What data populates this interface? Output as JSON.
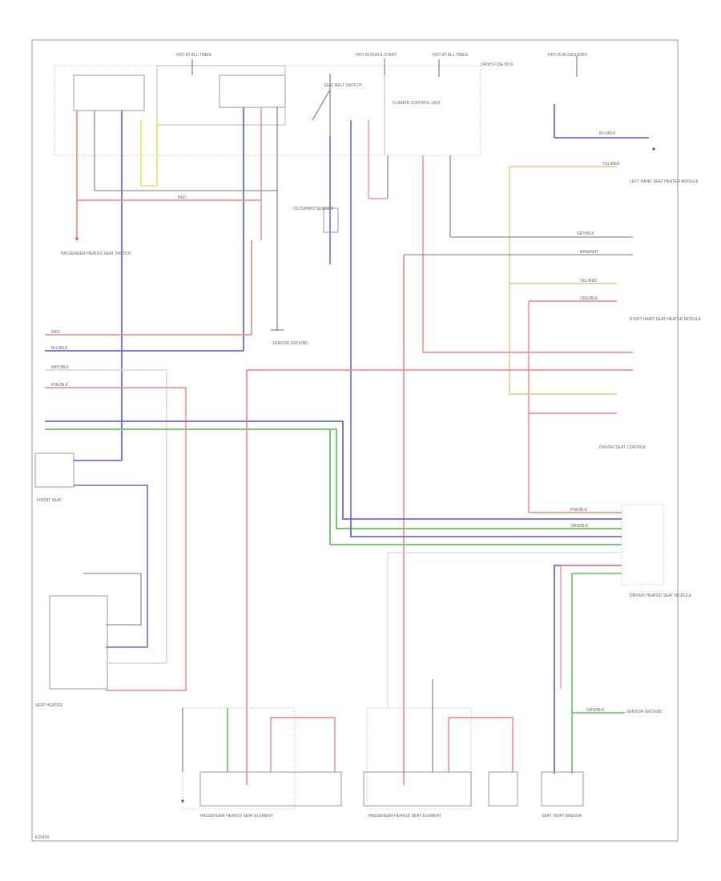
{
  "diagram": {
    "figure_code": "E25436",
    "colors": {
      "red": "#ff8080",
      "blue": "#6a6aee",
      "green": "#62c462",
      "yellow": "#f0f06a",
      "tan": "#d8c98a",
      "gray": "#888888",
      "black": "#777777",
      "white": "#cfd8e6"
    },
    "top_labels": {
      "hot_all_times_left": "HOT AT ALL TIMES",
      "hot_run_start": "HOT IN RUN & START",
      "hot_all_times_right": "HOT AT ALL TIMES",
      "fuse_box": "DASH FUSE BOX",
      "hot_accessory": "HOT IN ACCESSORY"
    },
    "components": {
      "passenger_switch": "PASSENGER HEATED SEAT SWITCH",
      "control_unit": "CLIMATE CONTROL UNIT",
      "seat_belt_sw": "SEAT BELT SWITCH",
      "occupant_sensor": "OCCUPANT SENSOR",
      "left_hand_module": "LEFT HAND SEAT HEATER MODULE",
      "right_hand_module": "RIGHT HAND SEAT HEATER MODULE",
      "front_seat": "FRONT SEAT",
      "seat_heater": "SEAT HEATER",
      "driver_seat_control": "DRIVER SEAT CONTROL",
      "pass_seat_element_left": "PASSENGER HEATED SEAT ELEMENT",
      "pass_seat_element_right": "PASSENGER HEATED SEAT ELEMENT",
      "driver_module": "DRIVER HEATED SEAT MODULE",
      "seat_temp_sensor": "SEAT TEMP SENSOR",
      "sensor_ground": "SENSOR GROUND"
    },
    "wire_tags": {
      "red": "RED",
      "blu_blk": "BLU/BLK",
      "wht_blk": "WHT/BLK",
      "pnk_blk": "PNK/BLK",
      "grn_blk": "GRN/BLK",
      "yel_red": "YEL/RED",
      "gry_blk": "GRY/BLK",
      "brn_wht": "BRN/WHT",
      "org_blk": "ORG/BLK"
    }
  }
}
